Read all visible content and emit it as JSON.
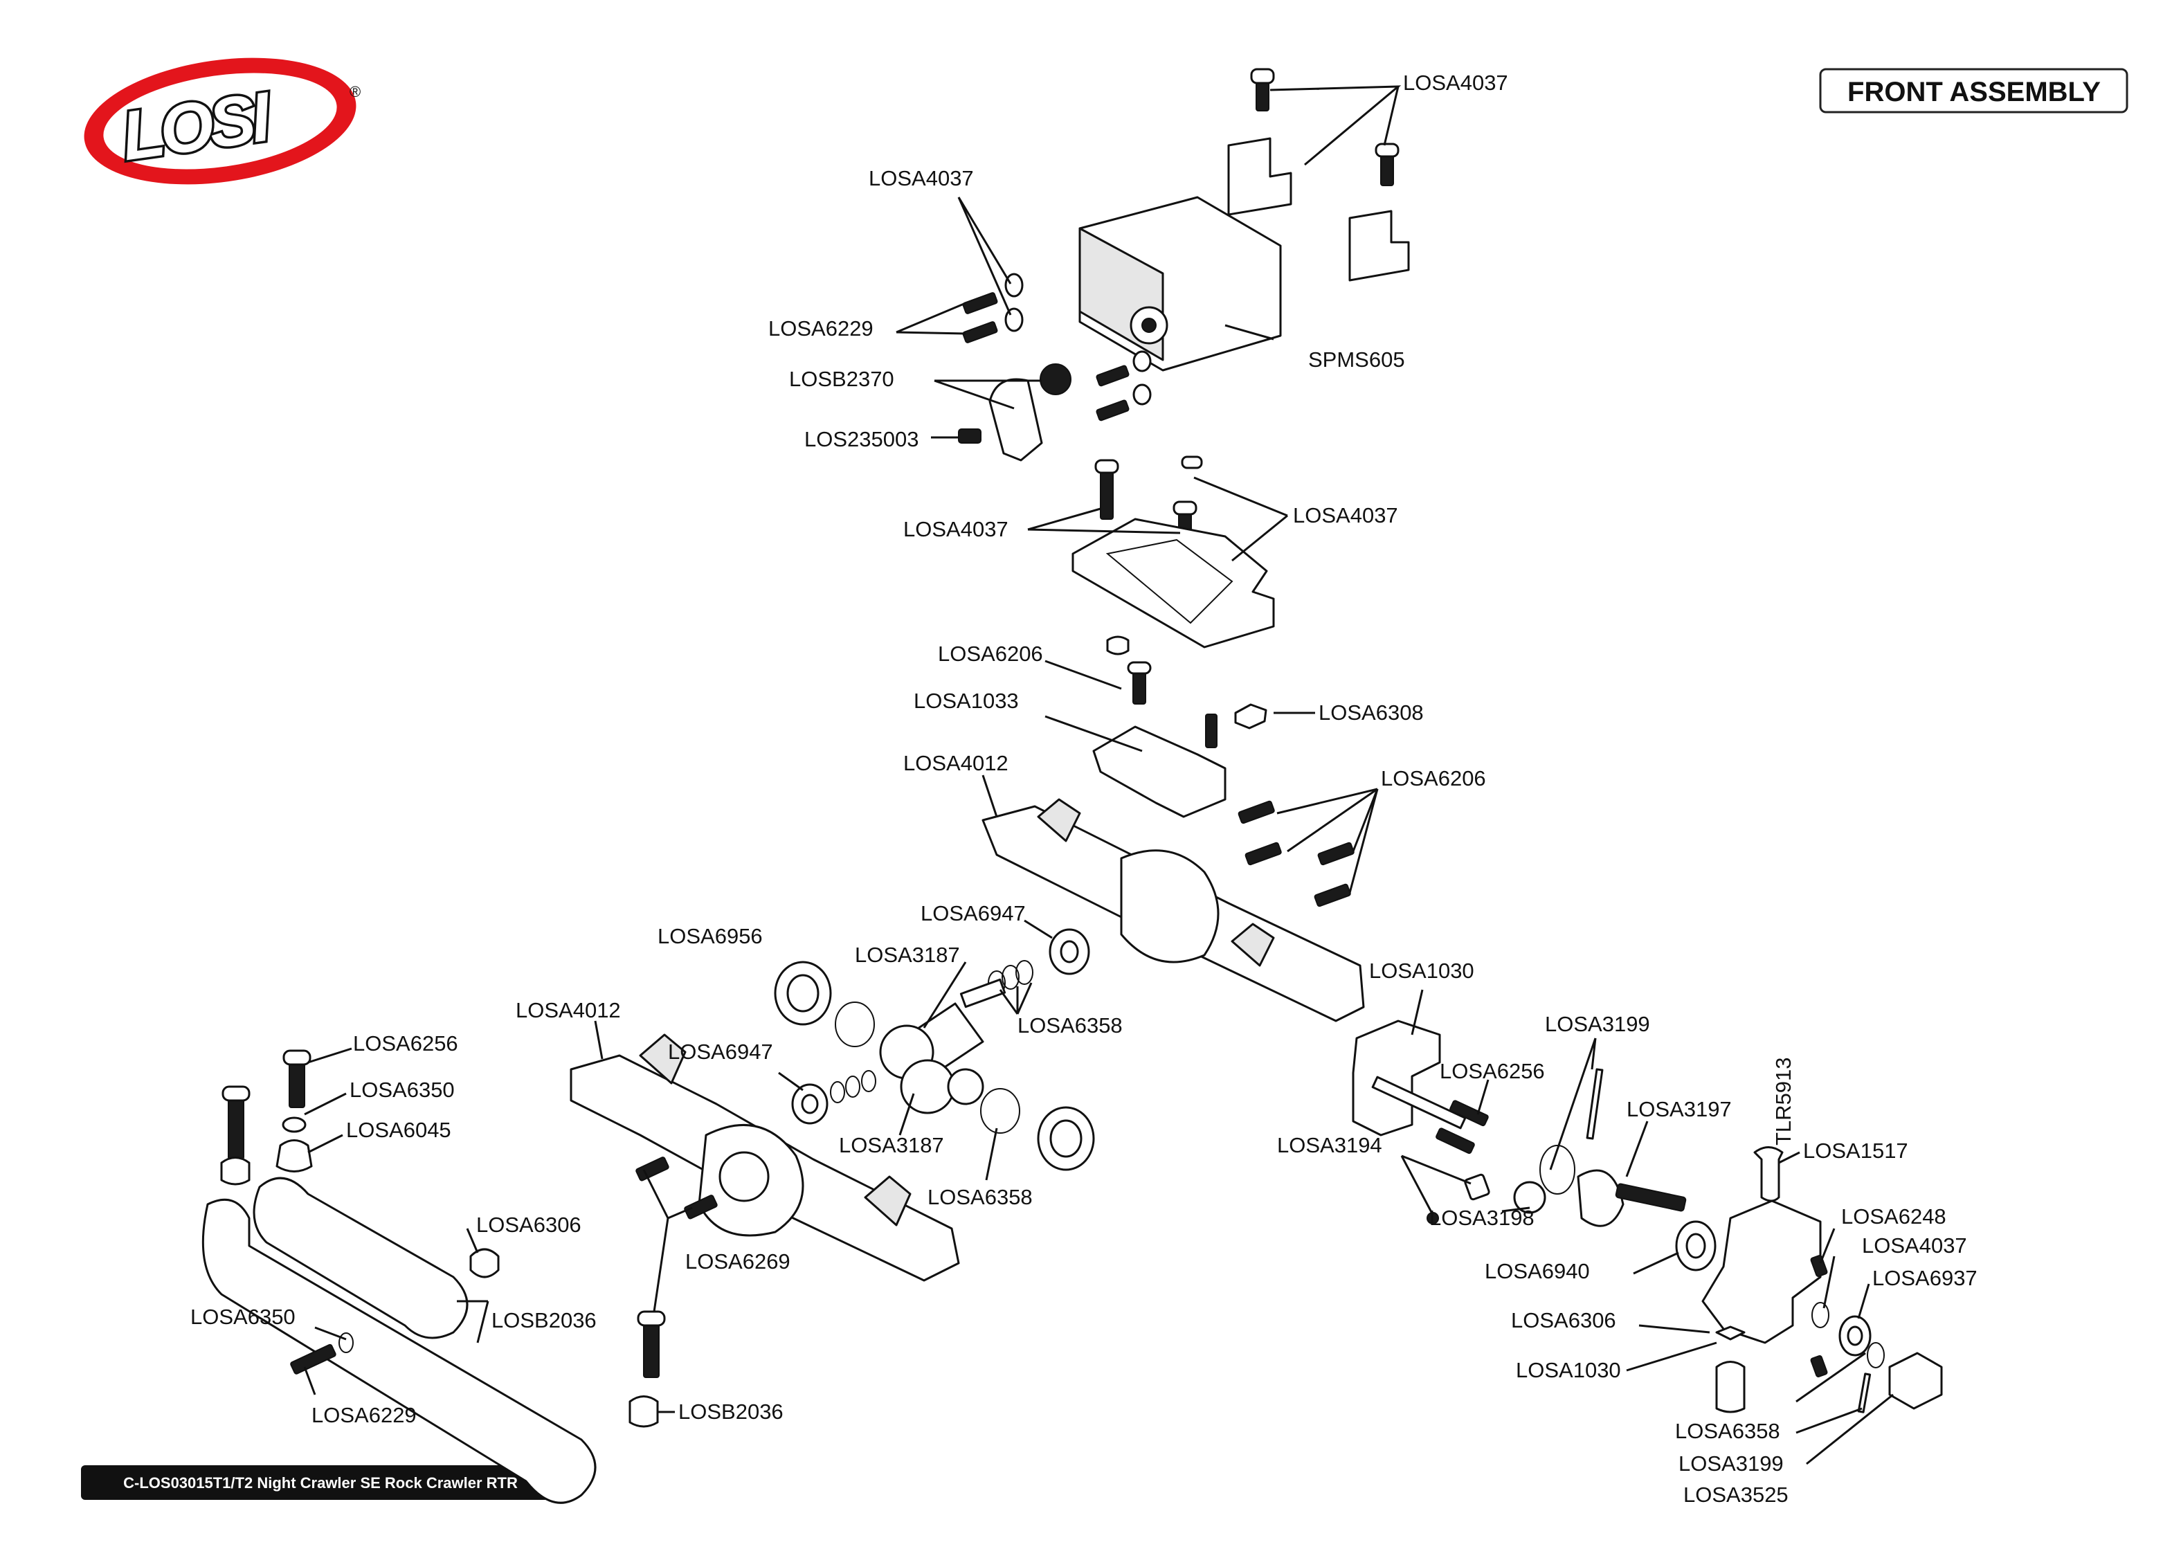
{
  "brand": {
    "logo_text": "LOSI",
    "registered_mark": "®",
    "logo_color": "#e3151c"
  },
  "title": "FRONT ASSEMBLY",
  "footer": "C-LOS03015T1/T2 Night Crawler SE Rock Crawler RTR",
  "labels": [
    "LOSA4037",
    "LOSA4037",
    "LOSA6229",
    "SPMS605",
    "LOSB2370",
    "LOS235003",
    "LOSA4037",
    "LOSA4037",
    "LOSA6206",
    "LOSA1033",
    "LOSA6308",
    "LOSA4012",
    "LOSA6206",
    "LOSA6947",
    "LOSA6956",
    "LOSA3187",
    "LOSA6358",
    "LOSA4012",
    "LOSA6947",
    "LOSA3187",
    "LOSA6358",
    "LOSA1030",
    "LOSA3199",
    "LOSA6256",
    "LOSA3197",
    "TLR5913",
    "LOSA1517",
    "LOSA3194",
    "LOSA3198",
    "LOSA6248",
    "LOSA4037",
    "LOSA6937",
    "LOSA6940",
    "LOSA6306",
    "LOSA1030",
    "LOSA6358",
    "LOSA3199",
    "LOSA3525",
    "LOSA6256",
    "LOSA6350",
    "LOSA6045",
    "LOSA6306",
    "LOSB2036",
    "LOSA6269",
    "LOSA6350",
    "LOSA6229",
    "LOSB2036"
  ]
}
